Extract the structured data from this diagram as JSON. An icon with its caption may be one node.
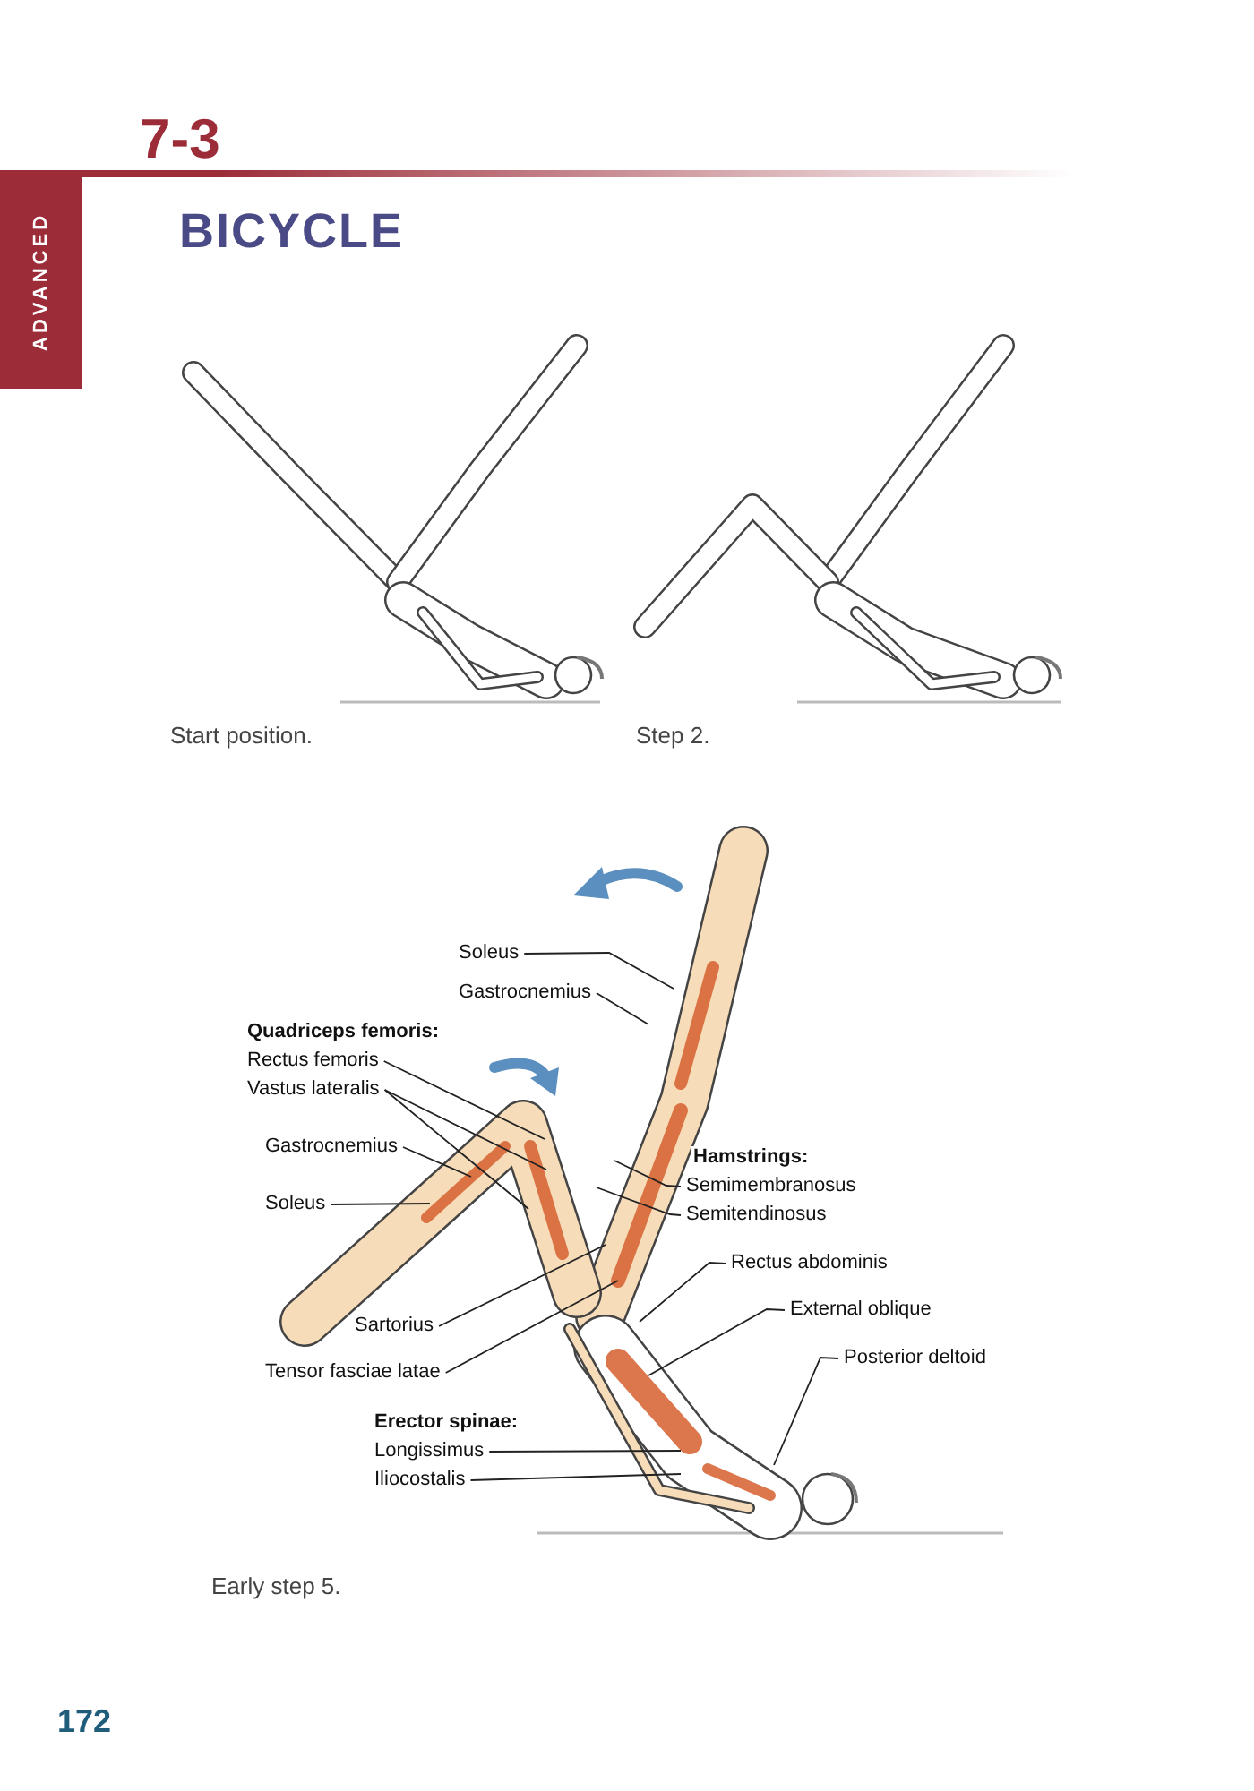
{
  "diagram": {
    "title": "BICYCLE",
    "nodes": [
      {
        "text": [
          "Soleus"
        ]
      },
      {
        "text": [
          "Gastrocnemius"
        ]
      },
      {
        "text": [
          "Rectus femoris"
        ]
      },
      {
        "text": [
          "Vastus lateralis"
        ]
      },
      {
        "text": [
          "Gastrocnemius"
        ]
      },
      {
        "text": [
          "Soleus"
        ]
      },
      {
        "text": [
          "Semimembranosus"
        ]
      },
      {
        "text": [
          "Semitendinosus"
        ]
      },
      {
        "text": [
          "Rectus abdominis"
        ]
      },
      {
        "text": [
          "External oblique"
        ]
      },
      {
        "text": [
          "Posterior deltoid"
        ]
      },
      {
        "text": [
          "Sartorius"
        ]
      },
      {
        "text": [
          "Tensor fasciae latae"
        ]
      },
      {
        "text": [
          "Longissimus"
        ]
      },
      {
        "text": [
          "Iliocostalis"
        ]
      }
    ],
    "edges": [
      {
        "from": 0,
        "to": null,
        "arrow": "none"
      },
      {
        "from": 1,
        "to": null,
        "arrow": "none"
      },
      {
        "from": 2,
        "to": null,
        "arrow": "none"
      },
      {
        "from": 3,
        "to": null,
        "arrow": "none"
      },
      {
        "from": 3,
        "to": null,
        "arrow": "none"
      },
      {
        "from": 4,
        "to": null,
        "arrow": "none"
      },
      {
        "from": 5,
        "to": null,
        "arrow": "none"
      },
      {
        "from": 6,
        "to": null,
        "arrow": "none"
      },
      {
        "from": 7,
        "to": null,
        "arrow": "none"
      },
      {
        "from": 8,
        "to": null,
        "arrow": "none"
      },
      {
        "from": 9,
        "to": null,
        "arrow": "none"
      },
      {
        "from": 10,
        "to": null,
        "arrow": "none"
      },
      {
        "from": 11,
        "to": null,
        "arrow": "none"
      },
      {
        "from": 12,
        "to": null,
        "arrow": "none"
      },
      {
        "from": 13,
        "to": null,
        "arrow": "none"
      },
      {
        "from": 14,
        "to": null,
        "arrow": "none"
      }
    ],
    "labels": [
      "7-3",
      "ADVANCED",
      "Start position.",
      "Step 2.",
      "Quadriceps femoris:",
      "Hamstrings:",
      "Erector spinae:",
      "Early step 5.",
      "172"
    ]
  }
}
